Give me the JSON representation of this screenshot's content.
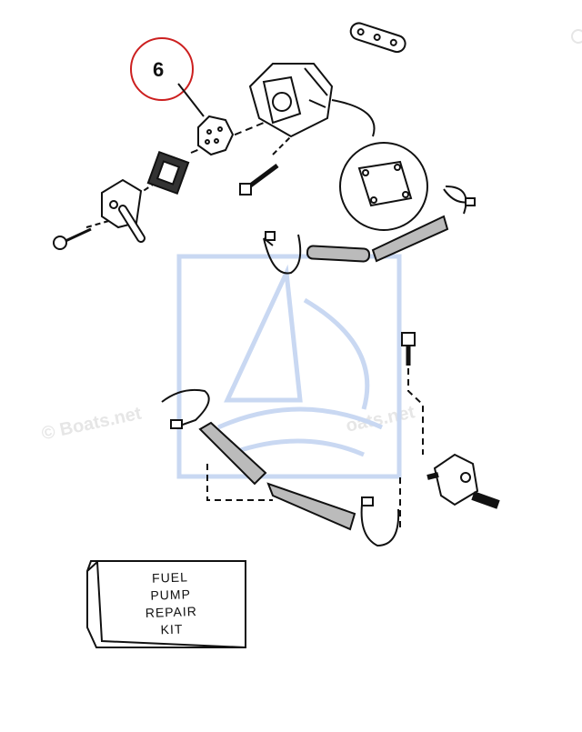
{
  "diagram": {
    "callout_number": "6",
    "callout_color": "#cc1f1f",
    "kit_label": [
      "FUEL",
      "PUMP",
      "REPAIR",
      "KIT"
    ],
    "watermark_text": "© Boats.net",
    "watermark_partial": "oats.net",
    "watermark_color": "#c9d8f2"
  }
}
